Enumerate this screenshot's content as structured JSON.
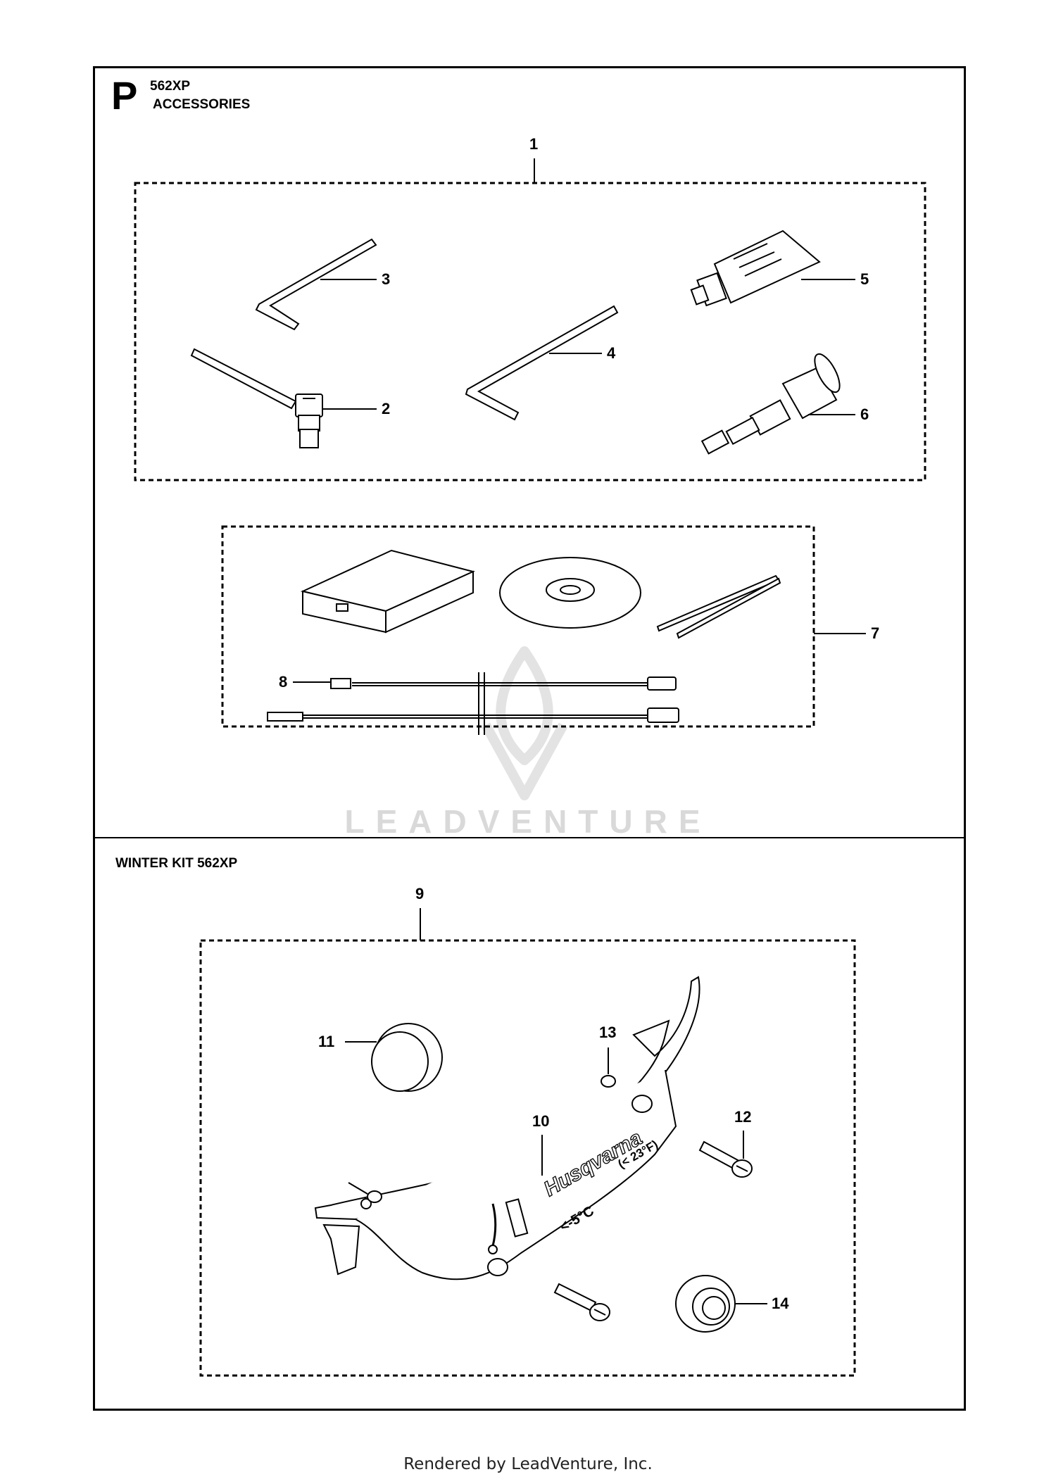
{
  "header": {
    "section_letter": "P",
    "model": "562XP",
    "title": "ACCESSORIES"
  },
  "winter": {
    "title": "WINTER KIT 562XP"
  },
  "callouts": {
    "c1": "1",
    "c2": "2",
    "c3": "3",
    "c4": "4",
    "c5": "5",
    "c6": "6",
    "c7": "7",
    "c8": "8",
    "c9": "9",
    "c10": "10",
    "c11": "11",
    "c12": "12",
    "c13": "13",
    "c14": "14"
  },
  "brand": {
    "name": "Husqvarna",
    "temp_c": "<-5°C",
    "temp_f": "(< 23°F)"
  },
  "watermark": "LEADVENTURE",
  "footer": "Rendered by LeadVenture, Inc."
}
